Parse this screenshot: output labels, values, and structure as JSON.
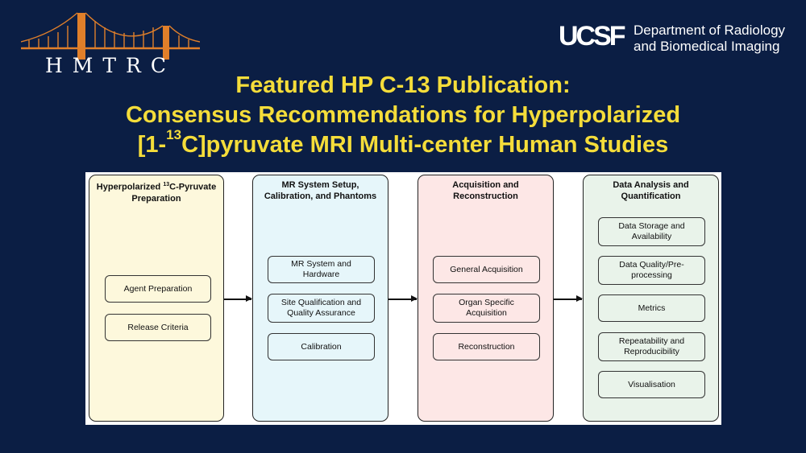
{
  "logo": {
    "text": "HMTRC"
  },
  "header": {
    "ucsf_mark": "UCSF",
    "dept_line1": "Department of Radiology",
    "dept_line2": "and Biomedical Imaging"
  },
  "title": {
    "line1": "Featured HP C-13 Publication:",
    "line2": "Consensus Recommendations for Hyperpolarized",
    "line3_prefix": "[1-",
    "line3_sup": "13",
    "line3_suffix": "C]pyruvate MRI Multi-center Human Studies"
  },
  "colors": {
    "background": "#0b1e44",
    "title": "#f5dd3a",
    "col1_fill": "#fdf8dc",
    "col2_fill": "#e6f6fa",
    "col3_fill": "#fde7e6",
    "col4_fill": "#e9f3ea"
  },
  "columns": [
    {
      "head_prefix": "Hyperpolarized ",
      "head_sup": "13",
      "head_suffix": "C-Pyruvate",
      "head_line2": "Preparation",
      "items": [
        "Agent Preparation",
        "Release Criteria"
      ]
    },
    {
      "head_line1": "MR System Setup,",
      "head_line2": "Calibration, and Phantoms",
      "items": [
        "MR System and Hardware",
        "Site Qualification and Quality Assurance",
        "Calibration"
      ]
    },
    {
      "head_line1": "Acquisition and",
      "head_line2": "Reconstruction",
      "items": [
        "General Acquisition",
        "Organ Specific Acquisition",
        "Reconstruction"
      ]
    },
    {
      "head_line1": "Data Analysis and",
      "head_line2": "Quantification",
      "items": [
        "Data Storage and Availability",
        "Data Quality/Pre-processing",
        "Metrics",
        "Repeatability and Reproducibility",
        "Visualisation"
      ]
    }
  ]
}
